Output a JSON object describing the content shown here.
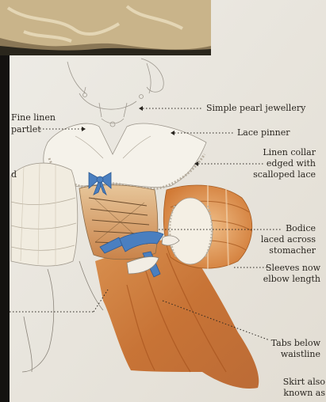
{
  "labels": {
    "fine_linen": "Fine linen",
    "partlet": "partlet",
    "pearl": "Simple pearl jewellery",
    "pinner": "Lace pinner",
    "collar_1": "Linen collar",
    "collar_2": "edged with",
    "collar_3": "scalloped lace",
    "bodice_1": "Bodice",
    "bodice_2": "laced across",
    "bodice_3": "stomacher",
    "sleeves_1": "Sleeves now",
    "sleeves_2": "elbow length",
    "tabs_1": "Tabs below",
    "tabs_2": "waistline",
    "skirt_1": "Skirt also",
    "skirt_2": "known as",
    "d_fragment": "d"
  },
  "colors": {
    "page": "#ece8e0",
    "orange_fabric": "#c56a28",
    "blue_ribbon": "#4a7fc0",
    "top_fabric": "#c9b48a",
    "background_dark": "#141210"
  }
}
